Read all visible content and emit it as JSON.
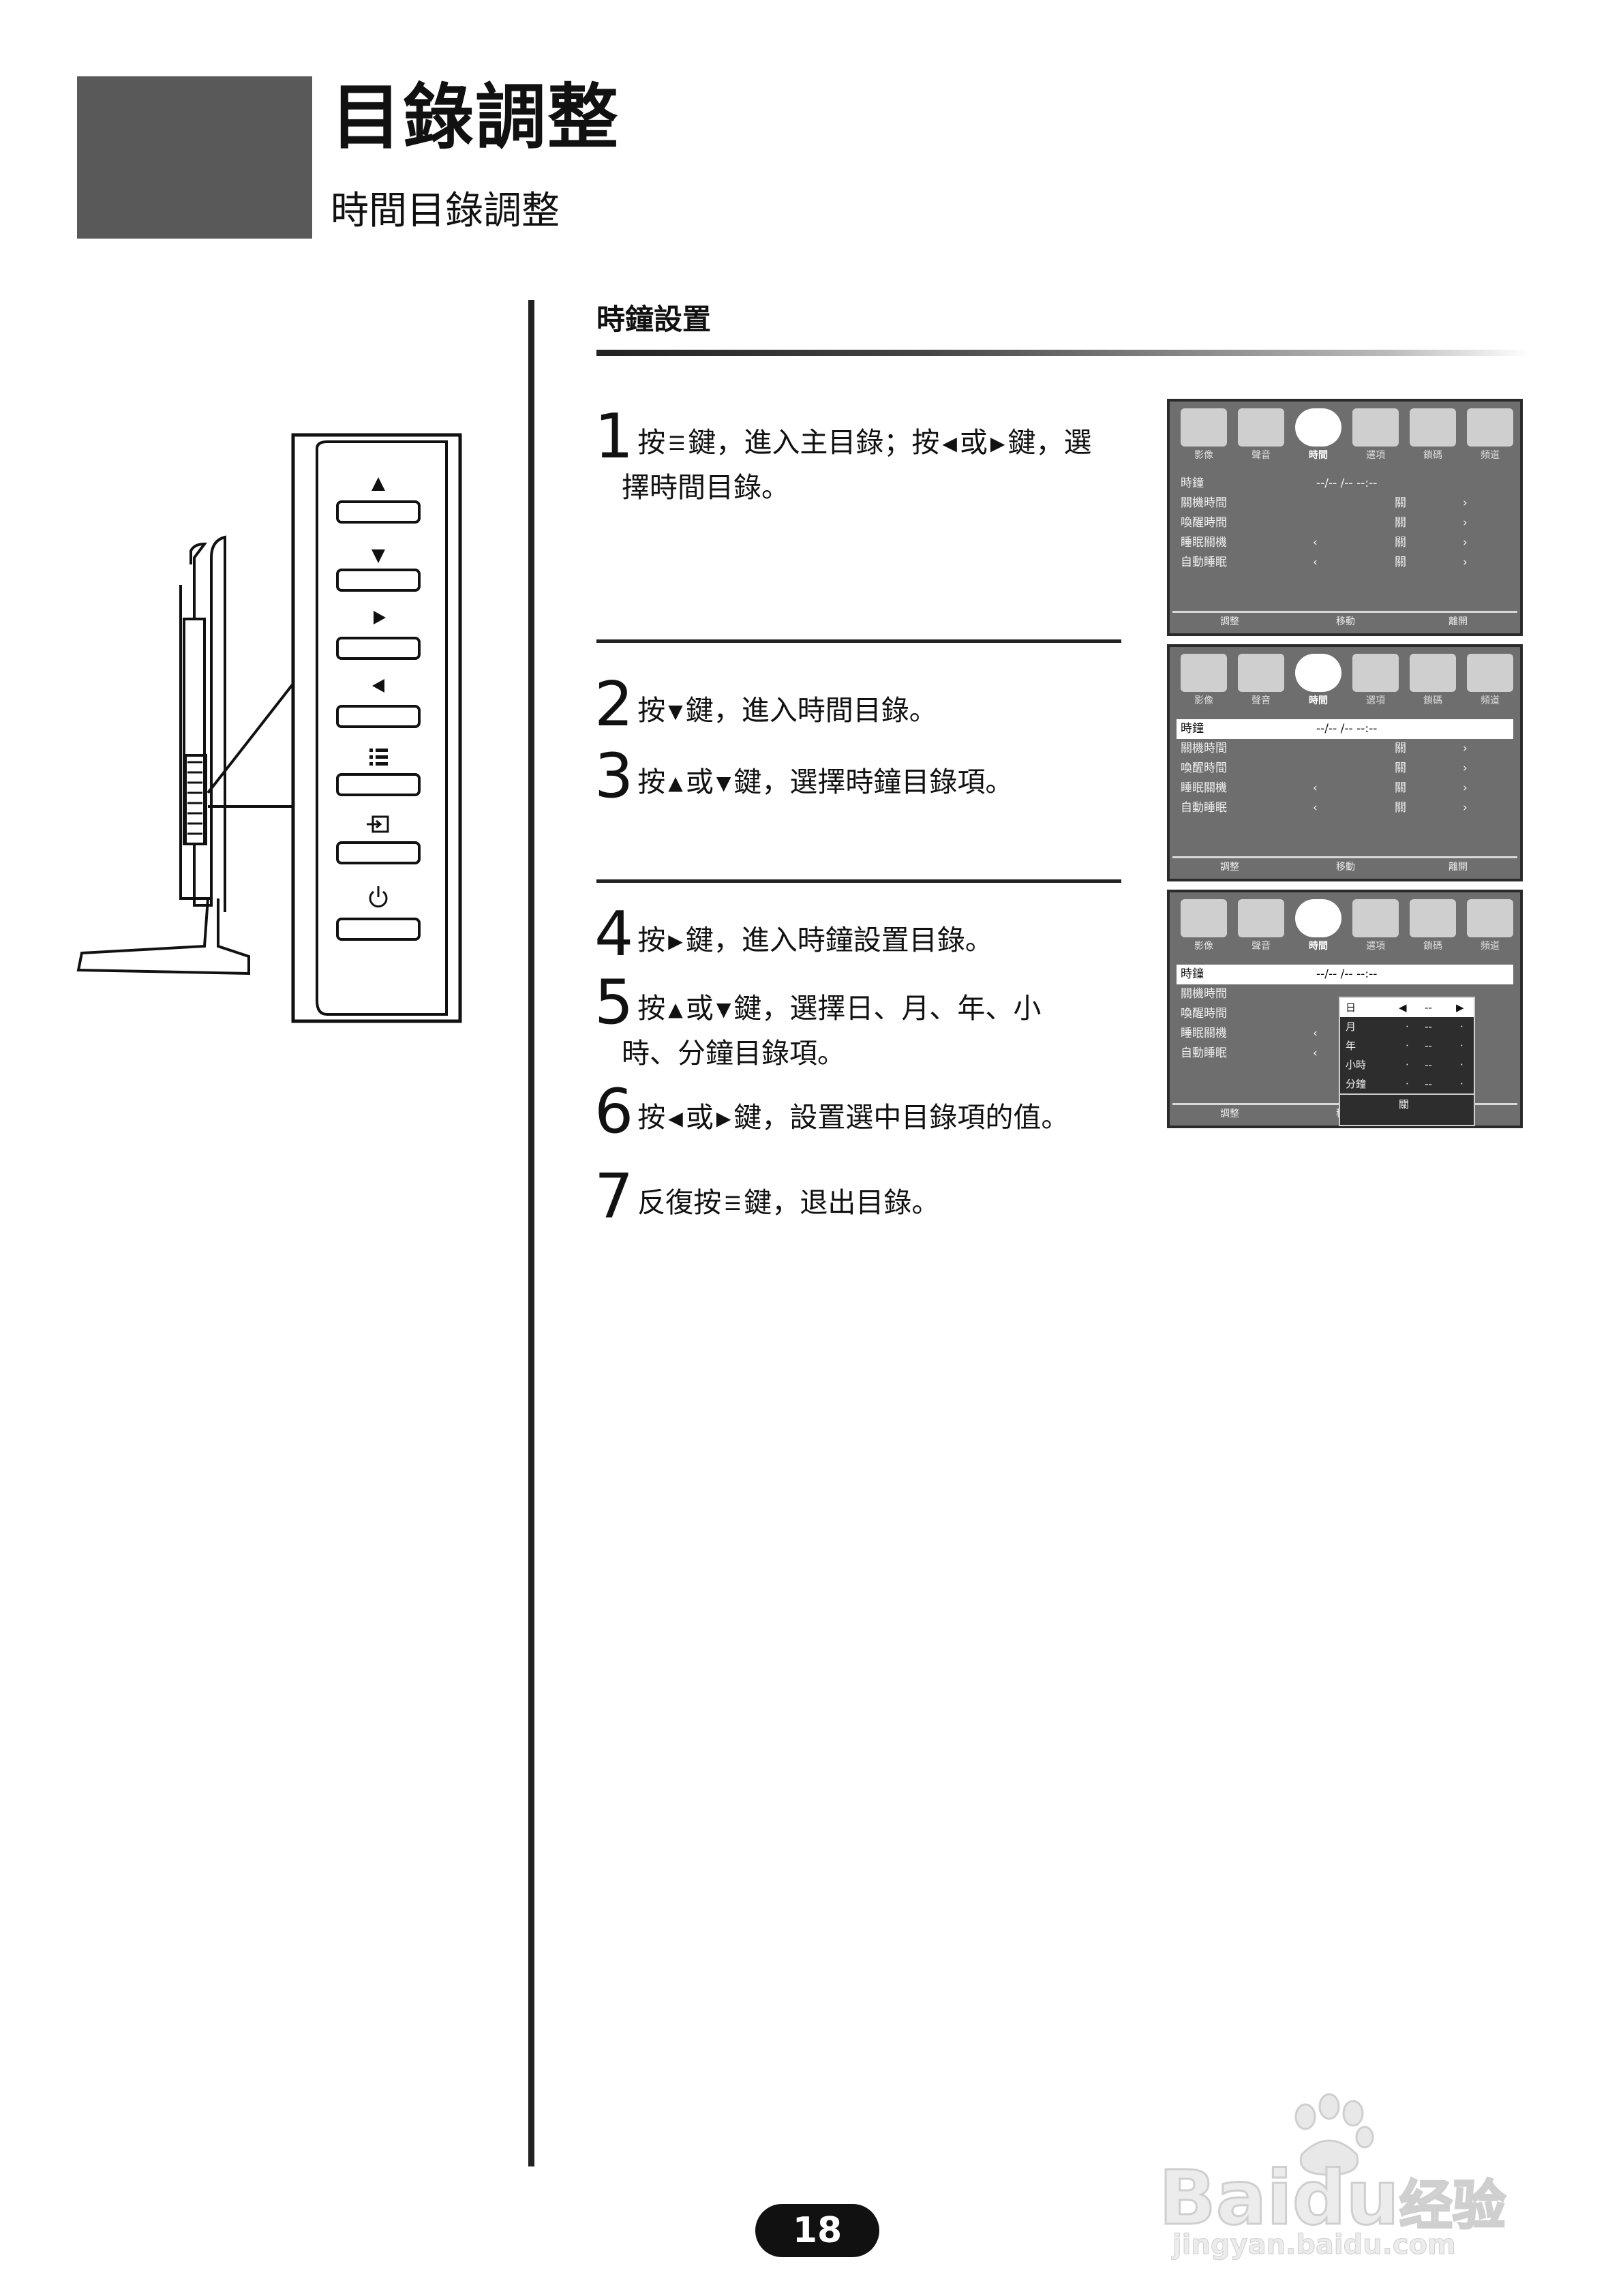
{
  "header": {
    "title": "目錄調整",
    "subtitle": "時間目錄調整"
  },
  "section": {
    "heading": "時鐘設置"
  },
  "steps": {
    "s1": {
      "num": "1",
      "parts": [
        "按",
        "鍵，進入主目錄；按",
        "或",
        "鍵，選"
      ],
      "cont": "擇時間目錄。"
    },
    "s2": {
      "num": "2",
      "parts": [
        "按",
        "鍵，進入時間目錄。"
      ]
    },
    "s3": {
      "num": "3",
      "parts": [
        "按",
        "或",
        "鍵，選擇時鐘目錄項。"
      ]
    },
    "s4": {
      "num": "4",
      "parts": [
        "按",
        "鍵，進入時鐘設置目錄。"
      ]
    },
    "s5": {
      "num": "5",
      "parts": [
        "按",
        "或",
        "鍵，選擇日、月、年、小"
      ],
      "cont": "時、分鐘目錄項。"
    },
    "s6": {
      "num": "6",
      "parts": [
        "按",
        "或",
        "鍵，設置選中目錄項的值。"
      ]
    },
    "s7": {
      "num": "7",
      "parts": [
        "反復按",
        "鍵，退出目錄。"
      ]
    }
  },
  "tv_menu": {
    "tabs": [
      "影像",
      "聲音",
      "時間",
      "選項",
      "鎖碼",
      "頻道"
    ],
    "active_tab": "時間",
    "rows": [
      {
        "name": "時鐘",
        "value": "--/--   /--    --:--"
      },
      {
        "name": "關機時間",
        "value": "關"
      },
      {
        "name": "喚醒時間",
        "value": "關"
      },
      {
        "name": "睡眠關機",
        "value": "關"
      },
      {
        "name": "自動睡眠",
        "value": "關"
      }
    ],
    "footer": [
      "調整",
      "移動",
      "離開"
    ],
    "submenu": {
      "rows": [
        {
          "name": "日",
          "value": "--"
        },
        {
          "name": "月",
          "value": "--"
        },
        {
          "name": "年",
          "value": "--"
        },
        {
          "name": "小時",
          "value": "--"
        },
        {
          "name": "分鐘",
          "value": "--"
        }
      ],
      "footer": "關"
    }
  },
  "page_number": "18",
  "watermark": {
    "brand": "Bai",
    "brand2": "du",
    "suffix": "经验",
    "url": "jingyan.baidu.com"
  }
}
